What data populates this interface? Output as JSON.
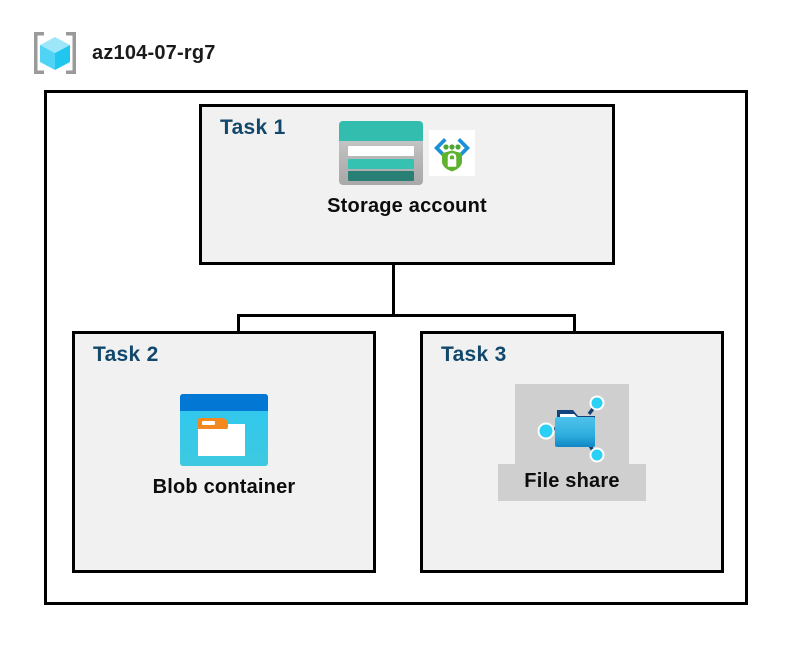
{
  "diagram": {
    "title": "az104-07-rg7",
    "resource_group_icon": "resource-group-cube-icon",
    "accent_color": "#12486b",
    "border_color": "#000000",
    "box_fill": "#f1f1f1",
    "highlight_color": "#cfcfcf"
  },
  "tasks": [
    {
      "label": "Task 1",
      "node_label": "Storage account",
      "icons": [
        "storage-account-icon",
        "private-link-secure-icon"
      ],
      "selected": false
    },
    {
      "label": "Task 2",
      "node_label": "Blob container",
      "icons": [
        "blob-container-icon"
      ],
      "selected": false
    },
    {
      "label": "Task 3",
      "node_label": "File share",
      "icons": [
        "file-share-icon"
      ],
      "selected": true
    }
  ],
  "connections": [
    {
      "from": "Storage account",
      "to": "Blob container"
    },
    {
      "from": "Storage account",
      "to": "File share"
    }
  ]
}
